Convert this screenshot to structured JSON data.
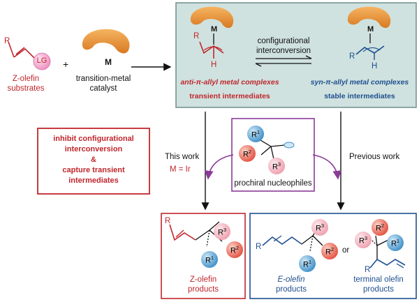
{
  "left": {
    "lg_label": "LG",
    "r_label": "R",
    "plus": "+",
    "z_olefin_line1": "Z-olefin",
    "z_olefin_line2": "substrates",
    "metal_label": "M",
    "catalyst_line1": "transition-metal",
    "catalyst_line2": "catalyst"
  },
  "top_box": {
    "metal_label": "M",
    "anti_r": "R",
    "anti_h": "H",
    "syn_r": "R",
    "syn_h": "H",
    "interconv_line1": "configurational",
    "interconv_line2": "interconversion",
    "anti_label": "anti-π-allyl metal complexes",
    "anti_sub": "transient intermediates",
    "syn_label": "syn-π-allyl metal complexes",
    "syn_sub": "stable intermediates"
  },
  "inhibit_box": {
    "line1": "inhibit configurational",
    "line2": "interconversion",
    "line3": "&",
    "line4": "capture transient",
    "line5": "intermediates"
  },
  "middle": {
    "this_work": "This work",
    "m_eq_ir": "M = Ir",
    "previous_work": "Previous work",
    "nucleophiles_label": "prochiral nucleophiles",
    "r1": "R",
    "r2": "R",
    "r3": "R",
    "s1": "1",
    "s2": "2",
    "s3": "3"
  },
  "bottom_left": {
    "r_label": "R",
    "product_line1": "Z-olefin",
    "product_line2": "products"
  },
  "bottom_right": {
    "e_r_label": "R",
    "e_line1": "E-olefin",
    "e_line2": "products",
    "or_label": "or",
    "term_r_label": "R",
    "term_line1": "terminal olefin",
    "term_line2": "products"
  },
  "colors": {
    "red": "#c0262c",
    "blue": "#1f4f8f",
    "teal_fill": "#cfe2df",
    "teal_border": "#6f8f8c",
    "purple": "#8b3a98",
    "catalyst_orange": "#e8943a",
    "r1_fill": "#5aa8d6",
    "r2_fill": "#ef6b5a",
    "r3_fill": "#f4b4be",
    "lg_fill": "#f3a8cf"
  }
}
